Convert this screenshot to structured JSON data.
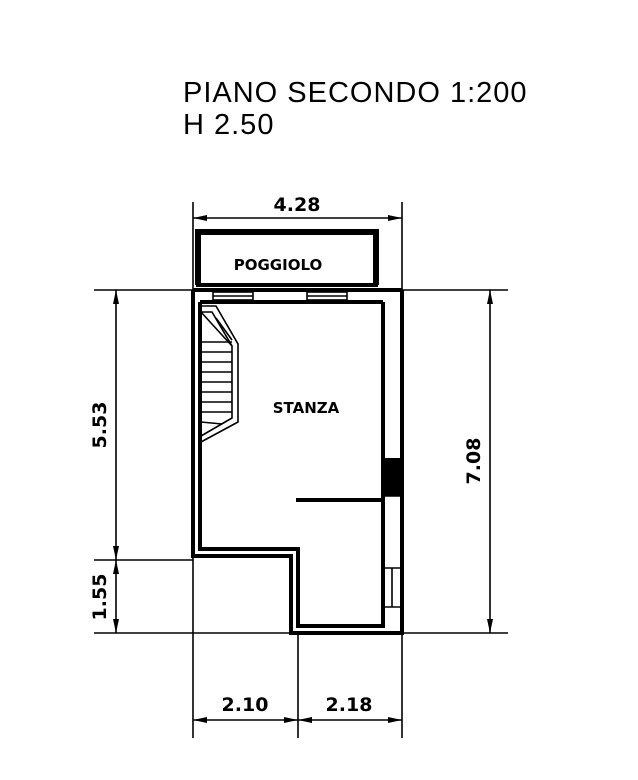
{
  "header": {
    "title": "PIANO SECONDO 1:200",
    "height_label": "H 2.50"
  },
  "rooms": {
    "balcony": "POGGIOLO",
    "room": "STANZA"
  },
  "dimensions": {
    "top_width": "4.28",
    "left_upper": "5.53",
    "left_lower": "1.55",
    "right_total": "7.08",
    "bottom_left": "2.10",
    "bottom_right": "2.18"
  }
}
